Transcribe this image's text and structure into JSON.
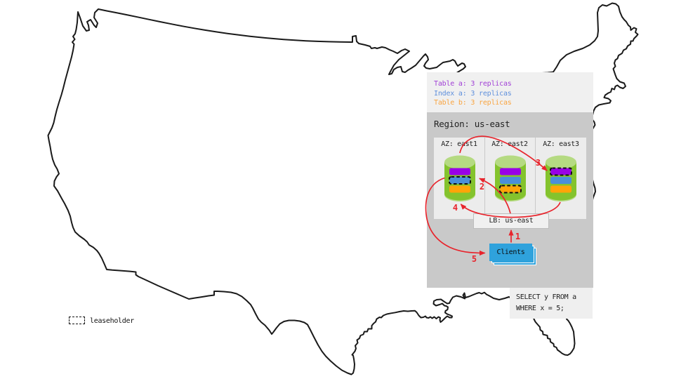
{
  "legend": {
    "items": [
      {
        "text": "Table a: 3 replicas",
        "color": "#A03FD6"
      },
      {
        "text": "Index a: 3 replicas",
        "color": "#5E8FDC"
      },
      {
        "text": "Table b: 3 replicas",
        "color": "#F9A43F"
      }
    ]
  },
  "region": {
    "title": "Region: us-east",
    "azs": [
      {
        "label": "AZ: east1",
        "replicas": [
          "Table a",
          "Index a",
          "Table b"
        ],
        "leaseholder": "Index a"
      },
      {
        "label": "AZ: east2",
        "replicas": [
          "Table a",
          "Index a",
          "Table b"
        ],
        "leaseholder": "Table b"
      },
      {
        "label": "AZ: east3",
        "replicas": [
          "Table a",
          "Index a",
          "Table b"
        ],
        "leaseholder": "Table a"
      }
    ],
    "lb_label": "LB: us-east",
    "clients_label": "Clients"
  },
  "arrows": {
    "steps": [
      {
        "label": "1"
      },
      {
        "label": "2"
      },
      {
        "label": "3"
      },
      {
        "label": "4"
      },
      {
        "label": "5"
      }
    ]
  },
  "sql": {
    "line1": "SELECT y FROM a",
    "line2": "WHERE x = 5;"
  },
  "map_legend": {
    "label": "leaseholder"
  },
  "colors": {
    "replica_table_a": "#9900E6",
    "replica_index_a": "#4A8FD9",
    "replica_table_b": "#FFA408",
    "cylinder": "#84C32D",
    "clients": "#2FA2DC",
    "arrow": "#E8242C"
  }
}
